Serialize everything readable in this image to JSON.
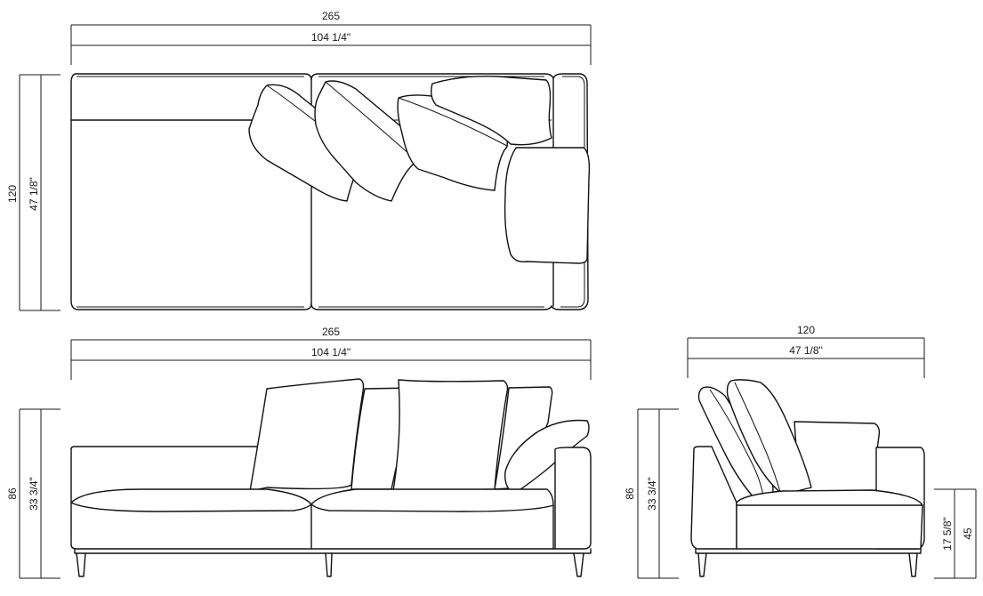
{
  "drawing": {
    "type": "sofa technical dimension drawing",
    "views": {
      "top": {
        "width": {
          "cm": "265",
          "in": "104 1/4\""
        },
        "depth": {
          "cm": "120",
          "in": "47 1/8\""
        }
      },
      "front": {
        "width": {
          "cm": "265",
          "in": "104 1/4\""
        },
        "height": {
          "cm": "86",
          "in": "33 3/4\""
        }
      },
      "side": {
        "depth": {
          "cm": "120",
          "in": "47 1/8\""
        },
        "height": {
          "cm": "86",
          "in": "33 3/4\""
        },
        "seat_height": {
          "cm": "45",
          "in": "17 5/8\""
        }
      }
    },
    "line_color": "#111111",
    "background": "#ffffff"
  }
}
